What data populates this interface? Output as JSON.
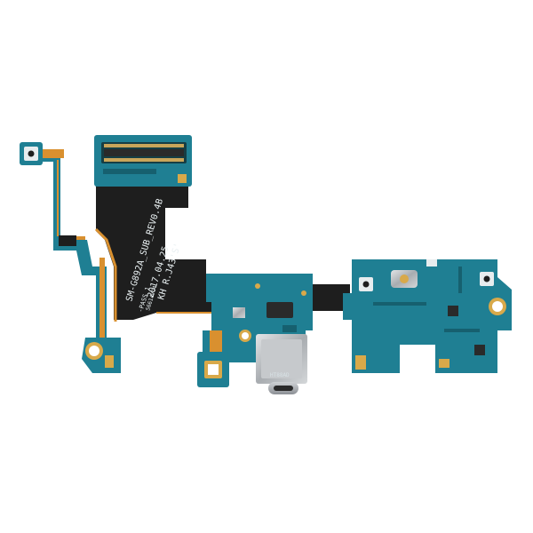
{
  "image": {
    "subject": "charging-port-flex-cable",
    "silkscreen": {
      "model_line": "SM-G892A_SUB_REV0.4B",
      "date_line": "2017.04.25",
      "code_line": "KH R.J43'S'",
      "lot_line_1": "-PASS 1",
      "lot_line_2": "56614V-4",
      "port_marking": "HT88AD"
    },
    "colors": {
      "pcb_teal": "#1f7f93",
      "pcb_teal_dark": "#16606f",
      "pcb_light": "#2d95a8",
      "flex_black": "#1e1e1e",
      "flex_orange": "#d9902f",
      "gold_pad": "#d8a94a",
      "metal": "#b9bcbf",
      "background": "#ffffff"
    }
  }
}
